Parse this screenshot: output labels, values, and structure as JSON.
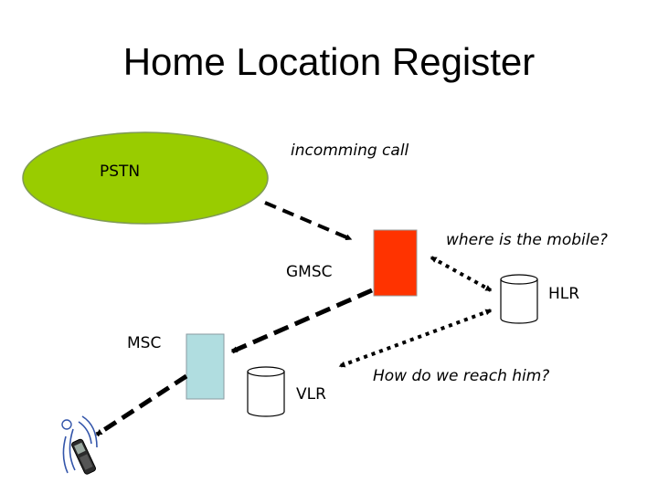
{
  "slide": {
    "title": "Home Location Register"
  },
  "nodes": {
    "pstn": {
      "label": "PSTN",
      "color": "#99cc00"
    },
    "gmsc": {
      "label": "GMSC",
      "color": "#ff3300"
    },
    "hlr": {
      "label": "HLR"
    },
    "msc": {
      "label": "MSC",
      "color": "#b0dde0"
    },
    "vlr": {
      "label": "VLR"
    }
  },
  "annotations": {
    "incoming_call": "incomming call",
    "where_mobile": "where is the mobile?",
    "how_reach": "How do we reach him?"
  },
  "colors": {
    "connector": "#000000",
    "phone_arc": "#3355aa"
  },
  "icons": {
    "mobile": "mobile-phone-icon"
  }
}
